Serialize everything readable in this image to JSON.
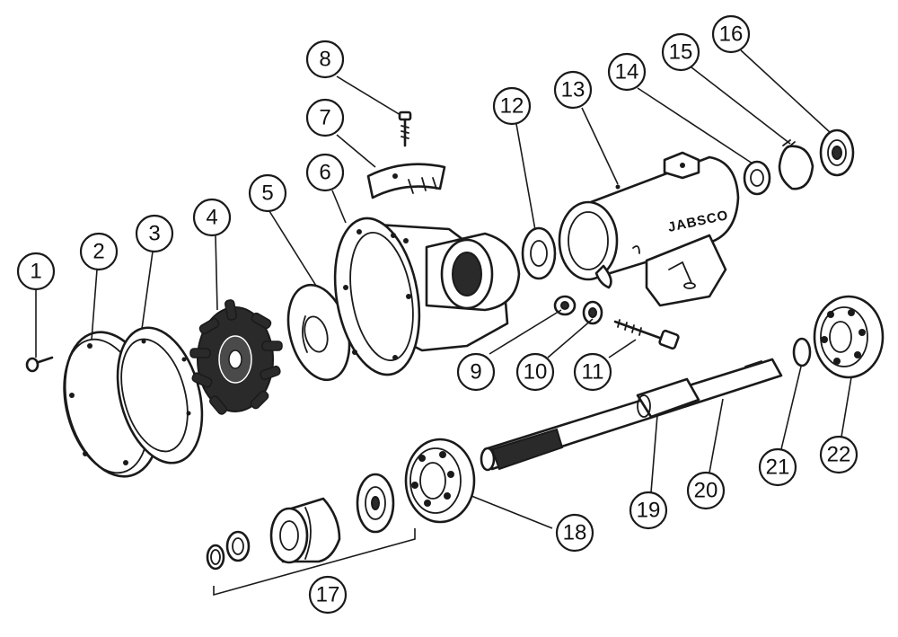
{
  "diagram": {
    "brand_text": "JABSCO",
    "callouts": [
      {
        "id": "1",
        "label": "1"
      },
      {
        "id": "2",
        "label": "2"
      },
      {
        "id": "3",
        "label": "3"
      },
      {
        "id": "4",
        "label": "4"
      },
      {
        "id": "5",
        "label": "5"
      },
      {
        "id": "6",
        "label": "6"
      },
      {
        "id": "7",
        "label": "7"
      },
      {
        "id": "8",
        "label": "8"
      },
      {
        "id": "9",
        "label": "9"
      },
      {
        "id": "10",
        "label": "10"
      },
      {
        "id": "11",
        "label": "11"
      },
      {
        "id": "12",
        "label": "12"
      },
      {
        "id": "13",
        "label": "13"
      },
      {
        "id": "14",
        "label": "14"
      },
      {
        "id": "15",
        "label": "15"
      },
      {
        "id": "16",
        "label": "16"
      },
      {
        "id": "17",
        "label": "17"
      },
      {
        "id": "18",
        "label": "18"
      },
      {
        "id": "19",
        "label": "19"
      },
      {
        "id": "20",
        "label": "20"
      },
      {
        "id": "21",
        "label": "21"
      },
      {
        "id": "22",
        "label": "22"
      }
    ]
  }
}
